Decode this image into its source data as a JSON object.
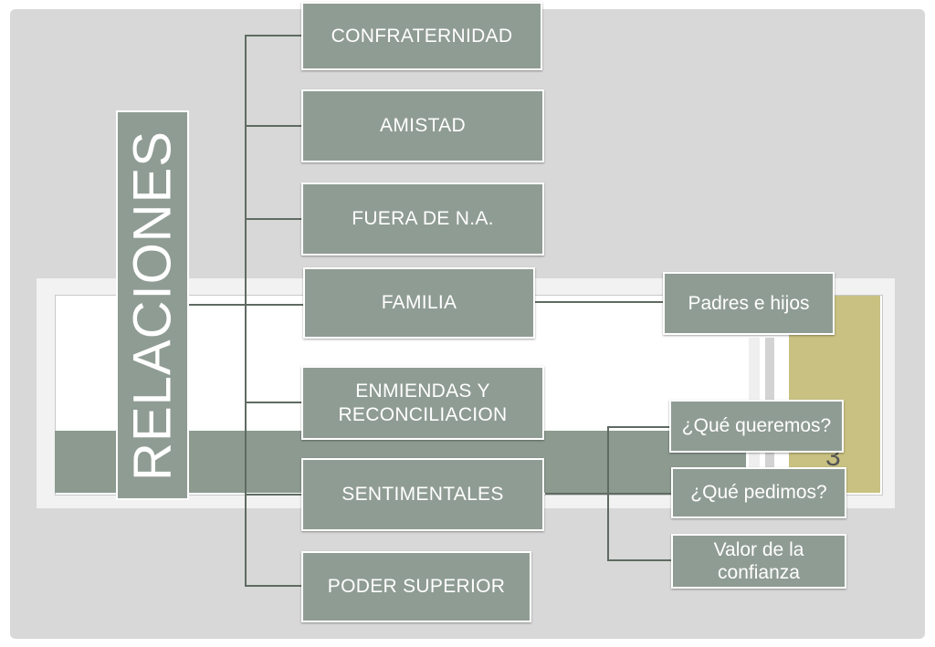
{
  "title": "RELACIONES",
  "page_number": "3",
  "categories": [
    "CONFRATERNIDAD",
    "AMISTAD",
    "FUERA DE N.A.",
    "FAMILIA",
    "ENMIENDAS Y RECONCILIACION",
    "SENTIMENTALES",
    "PODER SUPERIOR"
  ],
  "familia_children": [
    "Padres e hijos"
  ],
  "sentimentales_children": [
    "¿Qué queremos?",
    "¿Qué pedimos?",
    "Valor de la confianza"
  ],
  "colors": {
    "box": "#8f9c93",
    "connector": "#5f6b62",
    "accent_khaki": "#c8c181",
    "slide_background": "#d8d8d8"
  }
}
